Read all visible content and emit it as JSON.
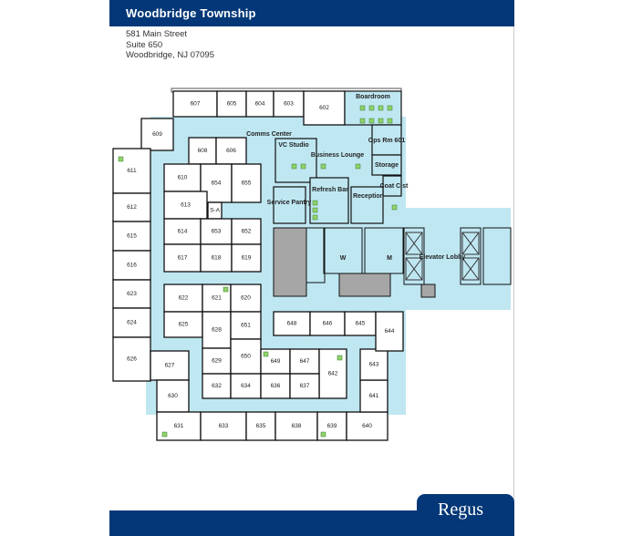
{
  "header": {
    "title": "Woodbridge  Township"
  },
  "address": {
    "line1": "581 Main Street",
    "line2": "Suite 650",
    "line3": "Woodbridge, NJ 07095"
  },
  "logo": {
    "text": "Regus"
  },
  "colors": {
    "brand": "#033777",
    "corridor": "#bfe7f2",
    "core": "#a6a6a6",
    "furniture": "#8fd36a"
  },
  "floorplan": {
    "rooms": [
      "607",
      "605",
      "604",
      "603",
      "602",
      "609",
      "608",
      "606",
      "611",
      "612",
      "615",
      "616",
      "623",
      "624",
      "626",
      "610",
      "654",
      "655",
      "613",
      "S-A",
      "614",
      "653",
      "652",
      "617",
      "618",
      "619",
      "622",
      "621",
      "620",
      "625",
      "628",
      "651",
      "627",
      "629",
      "650",
      "649",
      "647",
      "642",
      "632",
      "634",
      "636",
      "637",
      "630",
      "631",
      "633",
      "635",
      "638",
      "639",
      "640",
      "641",
      "643",
      "648",
      "646",
      "645",
      "644"
    ],
    "areas": {
      "boardroom": "Boardroom",
      "comms": "Comms Center",
      "vc": "VC Studio",
      "lounge": "Business Lounge",
      "ops": "Ops Rm 601",
      "storage": "Storage",
      "coat": "Coat Clst",
      "pantry": "Service Pantry",
      "refresh": "Refresh Bar",
      "reception": "Reception",
      "elevator": "Elevator Lobby",
      "women": "W",
      "men": "M"
    }
  }
}
